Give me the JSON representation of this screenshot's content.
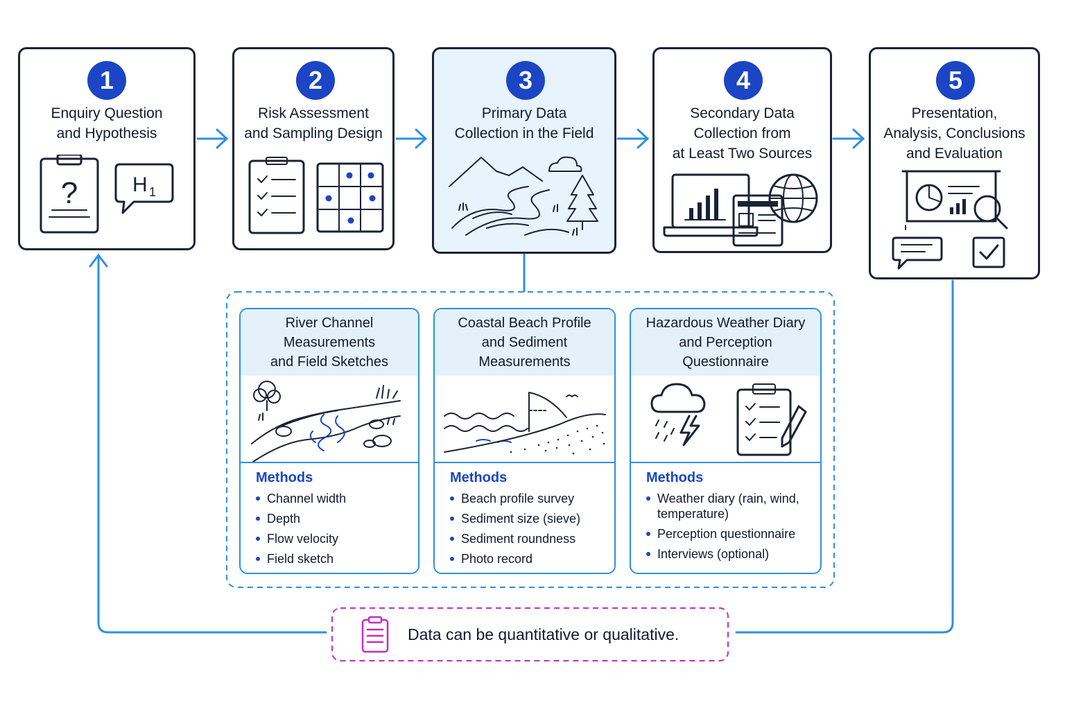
{
  "steps": [
    {
      "number": "1",
      "title_lines": [
        "Enquiry Question",
        "and Hypothesis"
      ],
      "icon": "clipboard-question-and-hypothesis-bubble-icon",
      "hypothesis_symbol": "H",
      "hypothesis_subscript": "1",
      "question_mark": "?"
    },
    {
      "number": "2",
      "title_lines": [
        "Risk Assessment",
        "and Sampling Design"
      ],
      "icon": "checklist-and-sampling-grid-icon"
    },
    {
      "number": "3",
      "title_lines": [
        "Primary Data",
        "Collection in the Field"
      ],
      "icon": "landscape-river-icon"
    },
    {
      "number": "4",
      "title_lines": [
        "Secondary Data",
        "Collection from",
        "at Least Two Sources"
      ],
      "icon": "laptop-document-globe-icon"
    },
    {
      "number": "5",
      "title_lines": [
        "Presentation,",
        "Analysis, Conclusions",
        "and Evaluation"
      ],
      "icon": "presentation-magnifier-comment-check-icon"
    }
  ],
  "fieldwork_examples": [
    {
      "title_lines": [
        "River Channel",
        "Measurements",
        "and Field Sketches"
      ],
      "illustration": "river-sketch-icon",
      "methods_label": "Methods",
      "methods": [
        "Channel width",
        "Depth",
        "Flow velocity",
        "Field sketch"
      ]
    },
    {
      "title_lines": [
        "Coastal Beach Profile",
        "and Sediment",
        "Measurements"
      ],
      "illustration": "beach-profile-icon",
      "methods_label": "Methods",
      "methods": [
        "Beach profile survey",
        "Sediment size (sieve)",
        "Sediment roundness",
        "Photo record"
      ]
    },
    {
      "title_lines": [
        "Hazardous Weather Diary",
        "and Perception",
        "Questionnaire"
      ],
      "illustration": "storm-cloud-and-questionnaire-icon",
      "methods_label": "Methods",
      "methods": [
        "Weather diary (rain, wind, temperature)",
        "Perception questionnaire",
        "Interviews (optional)"
      ]
    }
  ],
  "note": {
    "text": "Data can be quantitative or qualitative.",
    "icon": "clipboard-note-icon"
  },
  "colors": {
    "accent_blue": "#1b45c4",
    "arrow_blue": "#2d8fe6",
    "ink": "#1a2236",
    "highlight_fill": "#e7f3fd",
    "note_magenta": "#c42bc7"
  }
}
